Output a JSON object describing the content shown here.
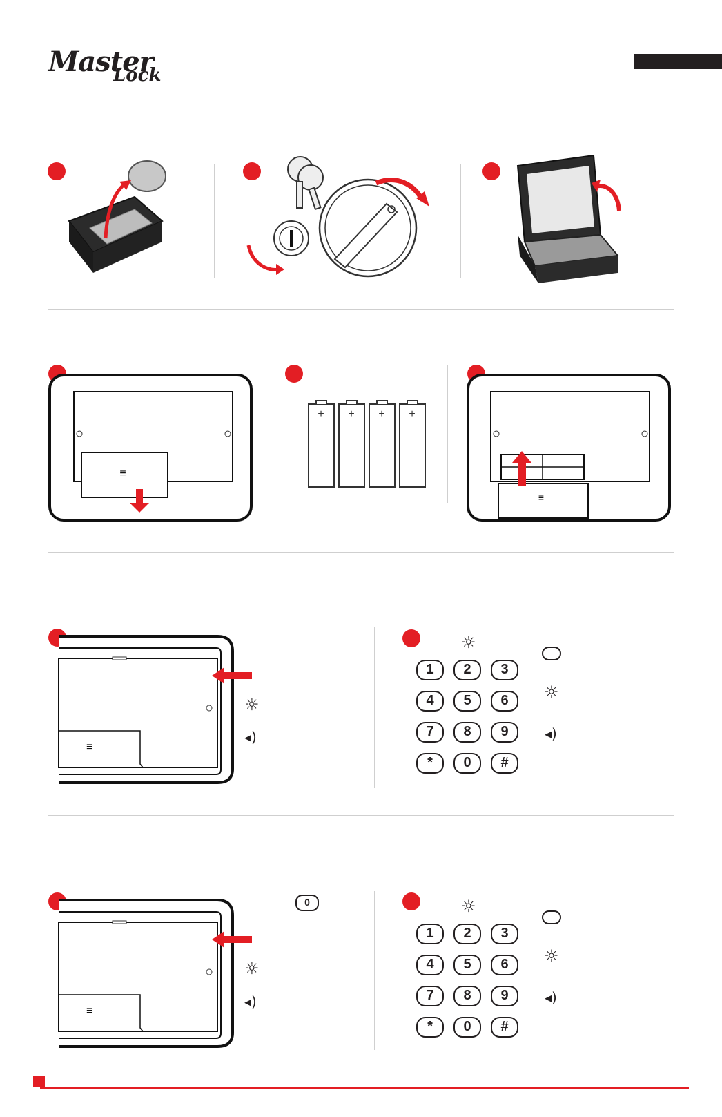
{
  "brand": {
    "logo_line1": "Master",
    "logo_line2": "Lock"
  },
  "keypad": {
    "rows": [
      [
        "1",
        "2",
        "3"
      ],
      [
        "4",
        "5",
        "6"
      ],
      [
        "7",
        "8",
        "9"
      ],
      [
        "*",
        "0",
        "#"
      ]
    ]
  },
  "override_key_label": "0",
  "colors": {
    "accent": "#e31e24",
    "ink": "#231f20",
    "rule": "#cfcfcf"
  },
  "icons": [
    "coin-icon",
    "key-icon",
    "light-icon",
    "speaker-icon",
    "battery-icon",
    "arrow-icon"
  ]
}
